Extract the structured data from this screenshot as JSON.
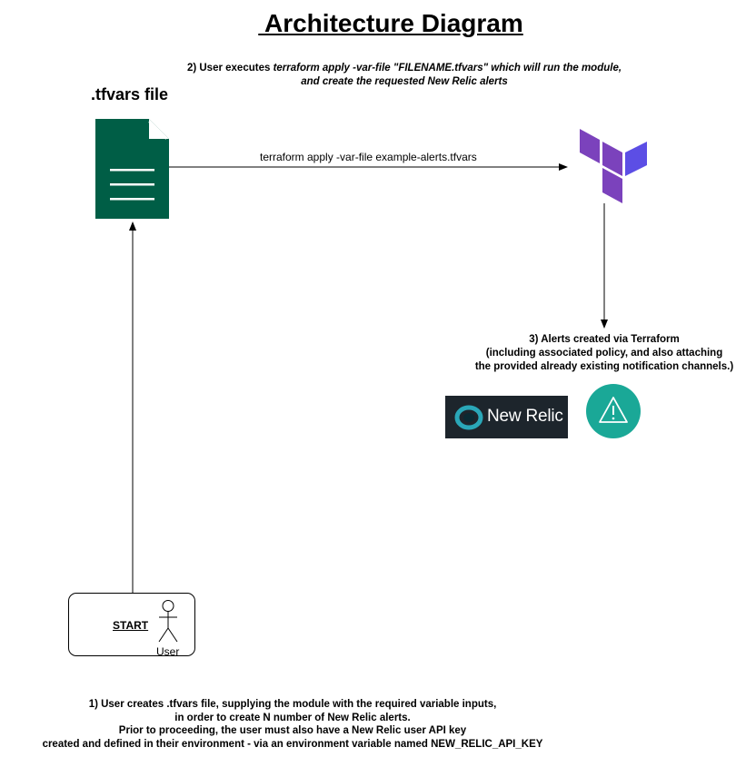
{
  "diagram": {
    "title": " Architecture Diagram",
    "step2": {
      "prefix": "2) User executes ",
      "command": "terraform apply -var-file \"FILENAME.tfvars\"",
      "suffix": " which will run the module,",
      "line2": "and create the  requested New Relic alerts"
    },
    "tfvars_label": ".tfvars file",
    "arrow_label": "terraform apply -var-file example-alerts.tfvars",
    "step3": [
      "3) Alerts created via Terraform",
      "(including associated policy, and also attaching",
      "the provided already existing notification channels.)"
    ],
    "new_relic_logo_text": "New Relic",
    "start_label": "START",
    "user_label": "User",
    "step1": [
      "1) User creates .tfvars file, supplying the module with the required variable inputs,",
      "in order to create N number of New Relic alerts.",
      "Prior to proceeding, the user must also have a New Relic user API key",
      "created and defined in their environment - via an environment variable named NEW_RELIC_API_KEY"
    ],
    "colors": {
      "file_icon": "#005e46",
      "terraform_purple": "#7b42bc",
      "terraform_purple_dark": "#5c4ee5",
      "new_relic_bg": "#1d252c",
      "new_relic_ring": "#1ce783",
      "alert_circle": "#1aa897"
    },
    "icons": [
      "document-icon",
      "terraform-logo-icon",
      "new-relic-logo",
      "alert-warning-icon",
      "user-actor-icon"
    ]
  }
}
